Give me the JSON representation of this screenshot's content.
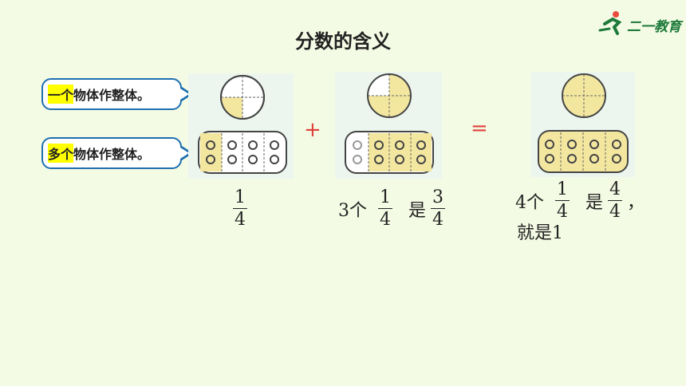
{
  "title": "分数的含义",
  "logo": {
    "text": "二一教育"
  },
  "bubbles": [
    {
      "highlight": "一个",
      "rest": "物体作整体。"
    },
    {
      "highlight": "多个",
      "rest": "物体作整体。"
    }
  ],
  "operators": {
    "plus": "+",
    "equals": "="
  },
  "captions": {
    "left": {
      "num": "1",
      "den": "4"
    },
    "middle": {
      "prefix": "3个",
      "f1_num": "1",
      "f1_den": "4",
      "word": "是",
      "f2_num": "3",
      "f2_den": "4"
    },
    "right": {
      "prefix": "4个",
      "f1_num": "1",
      "f1_den": "4",
      "word": "是",
      "f2_num": "4",
      "f2_den": "4",
      "comma": "，",
      "line2": "就是1"
    }
  },
  "colors": {
    "bubble_border": "#1d6fb0",
    "highlight": "#ffff00",
    "operator": "#e0403a",
    "shaded": "#f3e7a0",
    "background": "#f4fbe4"
  }
}
